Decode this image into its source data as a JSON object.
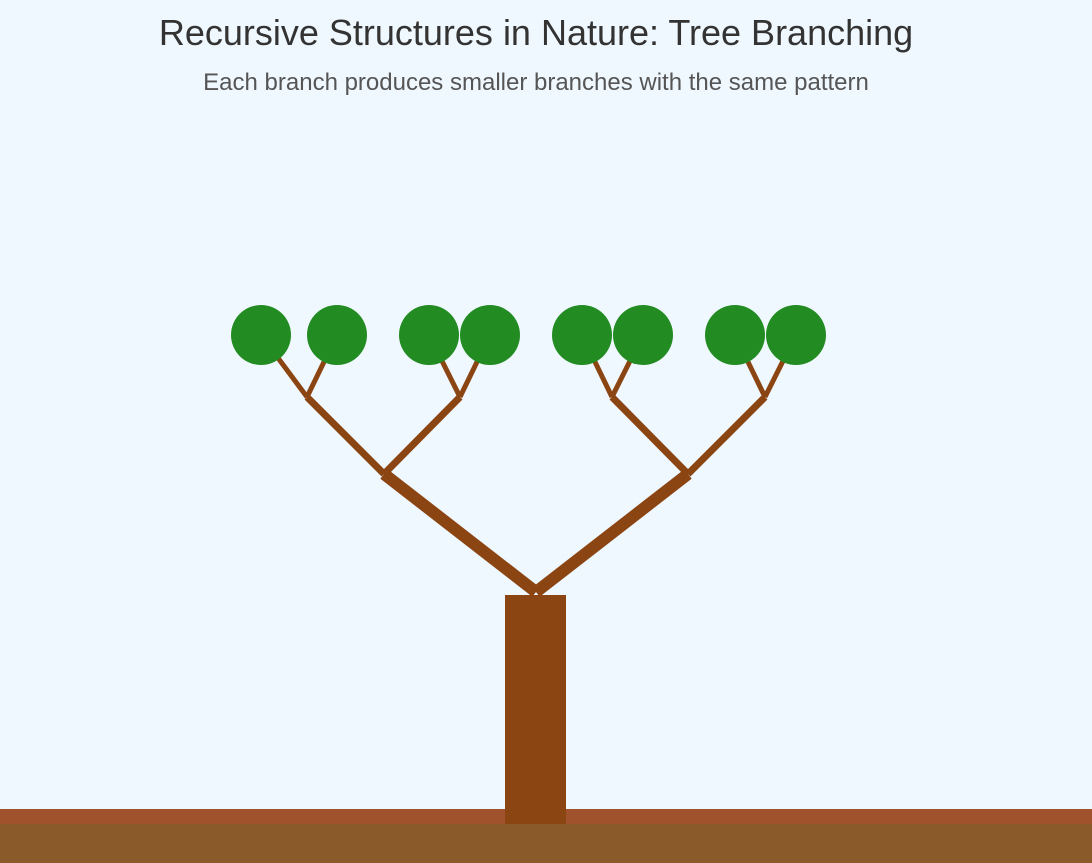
{
  "header": {
    "title": "Recursive Structures in Nature: Tree Branching",
    "subtitle": "Each branch produces smaller branches with the same pattern"
  },
  "colors": {
    "background": "#f0f8ff",
    "trunk": "#8b4513",
    "branch": "#8b4513",
    "leaf": "#228b22",
    "grass_strip": "#a0522d",
    "soil": "#8b5a2b",
    "title_text": "#333333",
    "subtitle_text": "#555555"
  },
  "tree": {
    "recursion_depth": 3,
    "leaf_count": 8
  }
}
